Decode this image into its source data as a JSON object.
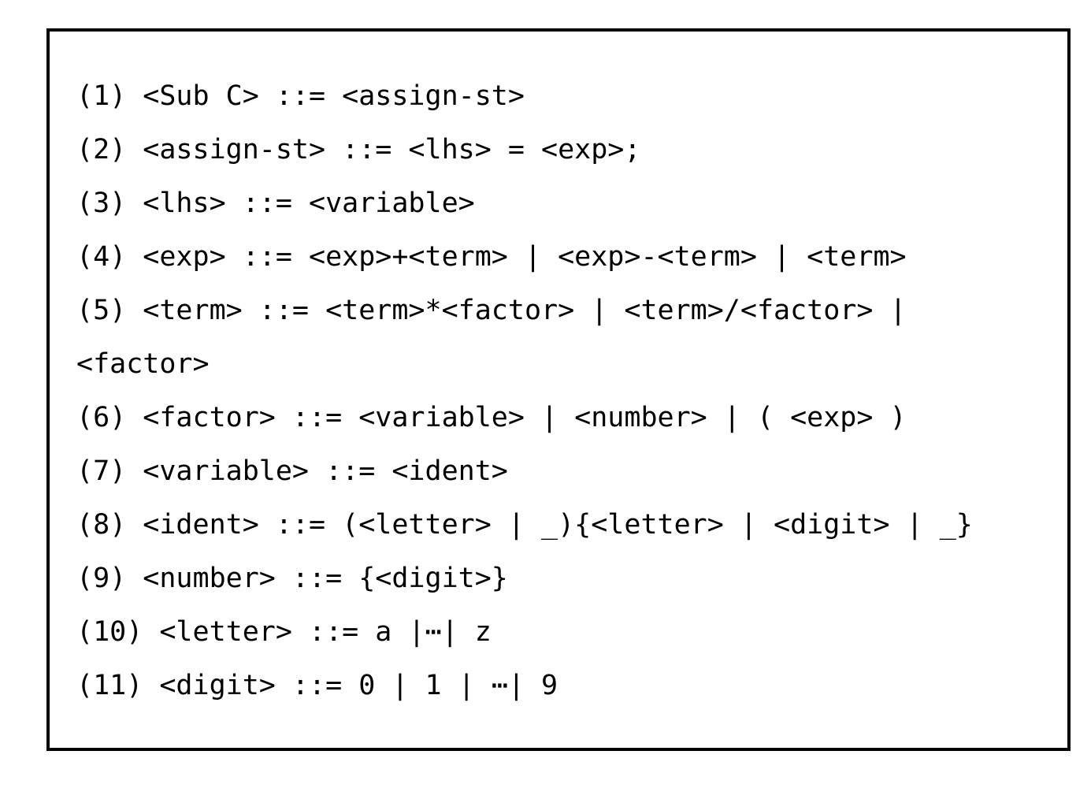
{
  "figure": {
    "kind": "bnf-grammar-listing",
    "border_color": "#000000",
    "text_color": "#000000",
    "background_color": "#ffffff",
    "lines": [
      {
        "id": "rule-1",
        "text": "(1) <Sub C> ::= <assign-st>"
      },
      {
        "id": "rule-2",
        "text": "(2) <assign-st> ::= <lhs> = <exp>;"
      },
      {
        "id": "rule-3",
        "text": "(3) <lhs> ::= <variable>"
      },
      {
        "id": "rule-4",
        "text": "(4) <exp> ::= <exp>+<term> | <exp>-<term> | <term>"
      },
      {
        "id": "rule-5",
        "text": "(5) <term> ::= <term>*<factor> | <term>/<factor> |"
      },
      {
        "id": "rule-5-continuation",
        "text": "<factor>"
      },
      {
        "id": "rule-6",
        "text": "(6) <factor> ::= <variable> | <number> | ( <exp> )"
      },
      {
        "id": "rule-7",
        "text": "(7) <variable> ::= <ident>"
      },
      {
        "id": "rule-8",
        "text": "(8) <ident> ::= (<letter> | _){<letter> | <digit> | _}"
      },
      {
        "id": "rule-9",
        "text": "(9) <number> ::= {<digit>}"
      },
      {
        "id": "rule-10",
        "text": "(10) <letter> ::= a |⋯| z"
      },
      {
        "id": "rule-11",
        "text": "(11) <digit> ::= 0 | 1 | ⋯| 9"
      }
    ]
  }
}
